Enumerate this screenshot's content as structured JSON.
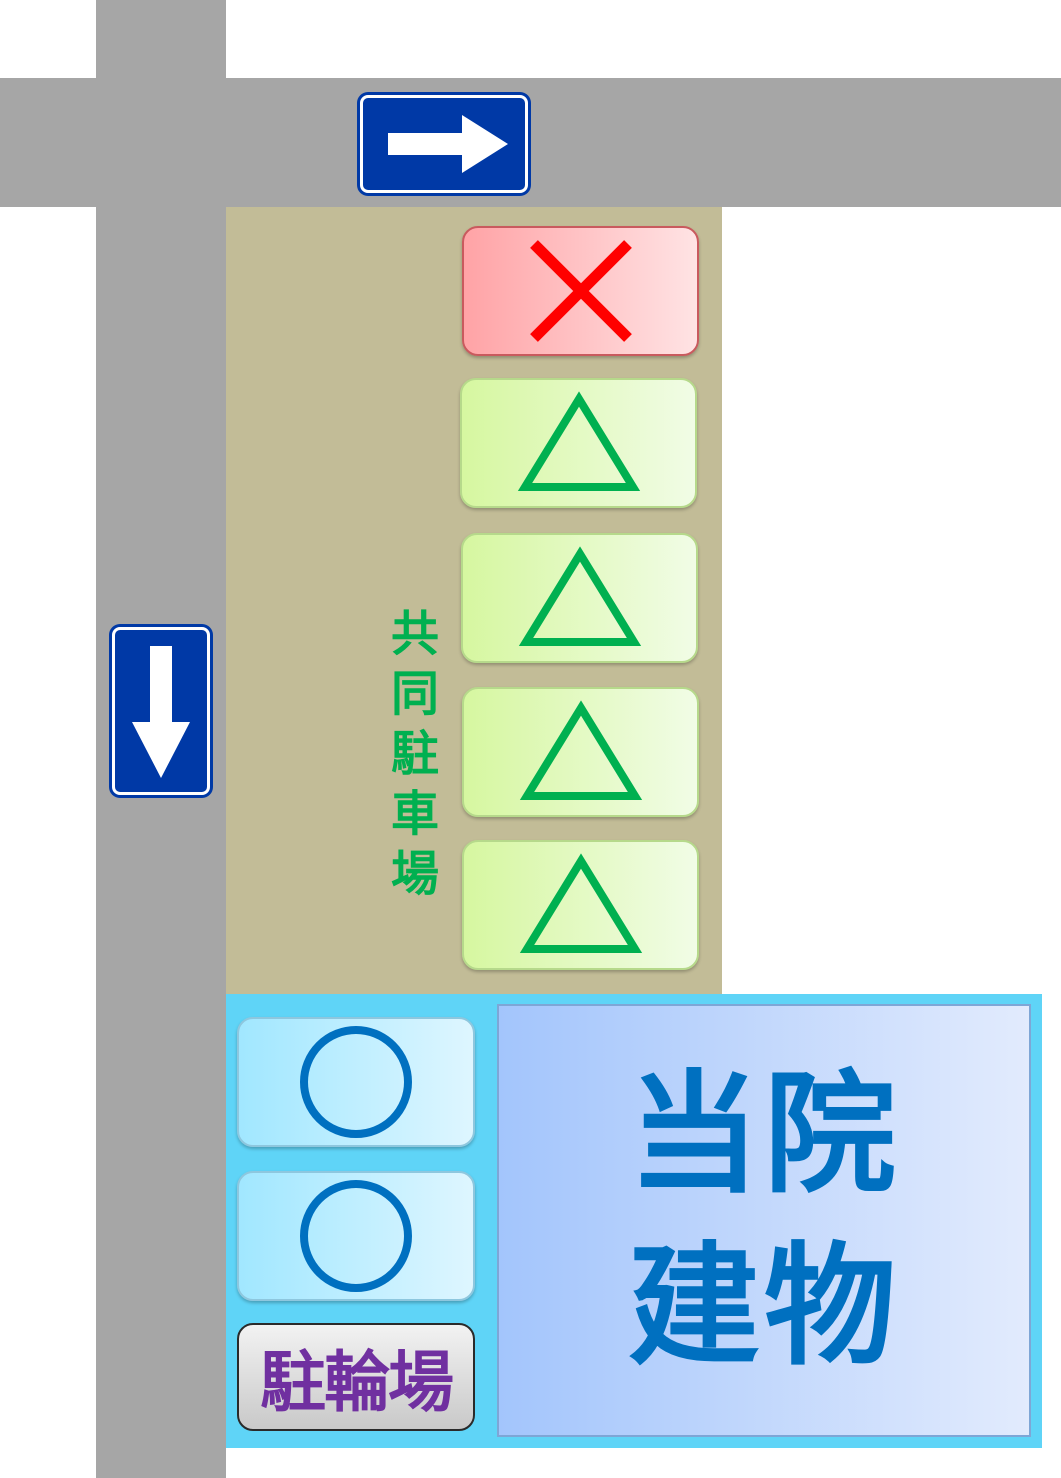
{
  "colors": {
    "road": "#a6a6a6",
    "sign_blue": "#0039a6",
    "parking_lot": "#c2bc97",
    "unavailable_mark": "#ff0000",
    "limited_mark": "#00b050",
    "available_mark": "#0070c0",
    "parking_label": "#00b050",
    "bicycle_label": "#7030a0",
    "clinic_zone": "#5fd4f7",
    "building_text": "#0070c0"
  },
  "signs": [
    {
      "icon": "one-way-right-arrow-icon",
      "direction": "right"
    },
    {
      "icon": "one-way-down-arrow-icon",
      "direction": "down"
    }
  ],
  "shared_parking": {
    "label": "共同駐車場",
    "spaces": [
      {
        "status": "unavailable",
        "icon": "cross-mark-icon"
      },
      {
        "status": "limited",
        "icon": "triangle-mark-icon"
      },
      {
        "status": "limited",
        "icon": "triangle-mark-icon"
      },
      {
        "status": "limited",
        "icon": "triangle-mark-icon"
      },
      {
        "status": "limited",
        "icon": "triangle-mark-icon"
      }
    ]
  },
  "clinic_parking": {
    "spaces": [
      {
        "status": "available",
        "icon": "circle-mark-icon"
      },
      {
        "status": "available",
        "icon": "circle-mark-icon"
      }
    ],
    "bicycle_label": "駐輪場"
  },
  "building": {
    "line1": "当院",
    "line2": "建物"
  }
}
